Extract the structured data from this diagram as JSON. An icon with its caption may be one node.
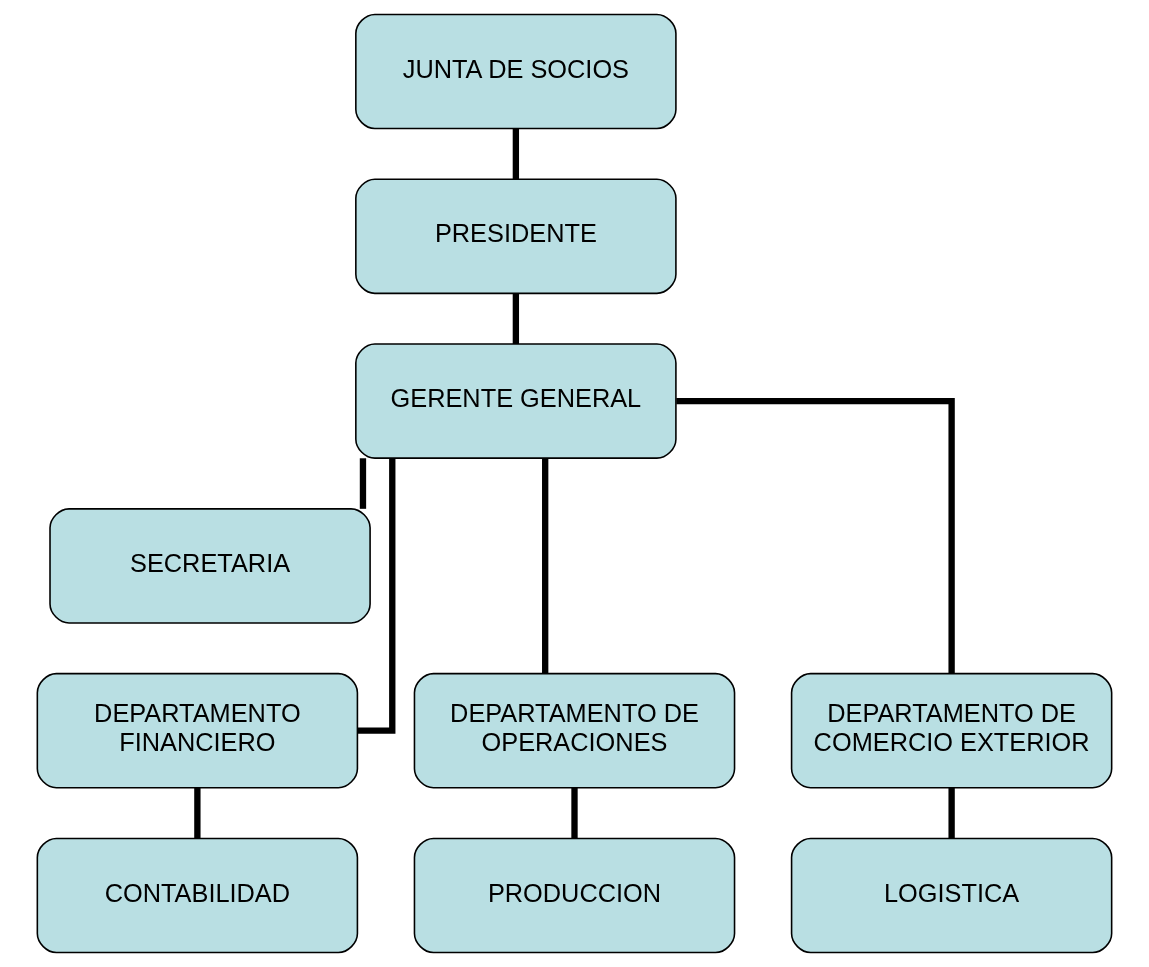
{
  "diagram": {
    "nodes": [
      {
        "text": [
          "JUNTA DE SOCIOS"
        ]
      },
      {
        "text": [
          "PRESIDENTE"
        ]
      },
      {
        "text": [
          "GERENTE GENERAL"
        ]
      },
      {
        "text": [
          "SECRETARIA"
        ]
      },
      {
        "text": [
          "DEPARTAMENTO FINANCIERO"
        ]
      },
      {
        "text": [
          "DEPARTAMENTO DE OPERACIONES"
        ]
      },
      {
        "text": [
          "DEPARTAMENTO DE COMERCIO EXTERIOR"
        ]
      },
      {
        "text": [
          "CONTABILIDAD"
        ]
      },
      {
        "text": [
          "PRODUCCION"
        ]
      },
      {
        "text": [
          "LOGISTICA"
        ]
      }
    ],
    "edges": [
      {
        "from": 0,
        "to": 1,
        "arrow": "none"
      },
      {
        "from": 1,
        "to": 2,
        "arrow": "none"
      },
      {
        "from": 2,
        "to": 3,
        "arrow": "none"
      },
      {
        "from": 2,
        "to": 4,
        "arrow": "none"
      },
      {
        "from": 2,
        "to": 5,
        "arrow": "none"
      },
      {
        "from": 2,
        "to": 6,
        "arrow": "none"
      },
      {
        "from": 4,
        "to": 7,
        "arrow": "none"
      },
      {
        "from": 5,
        "to": 8,
        "arrow": "none"
      },
      {
        "from": 6,
        "to": 9,
        "arrow": "none"
      }
    ]
  }
}
